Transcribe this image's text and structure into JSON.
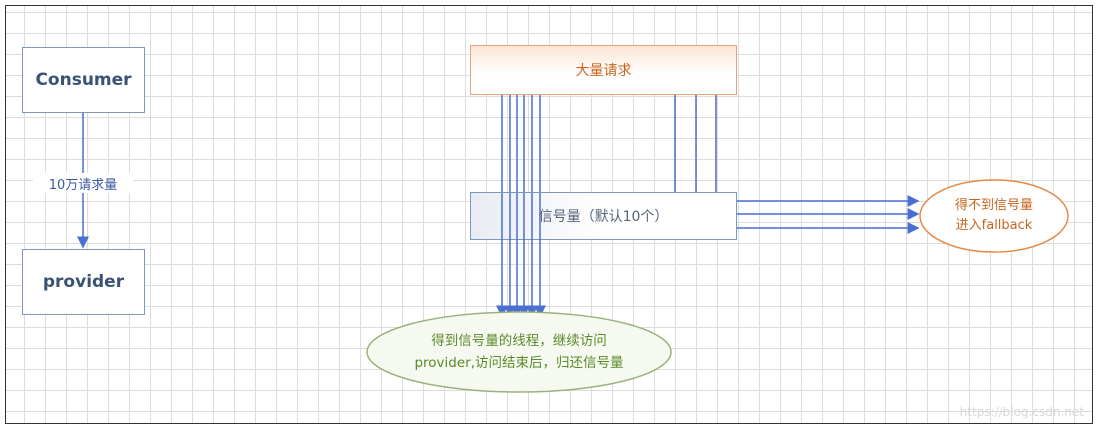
{
  "left": {
    "consumer": "Consumer",
    "provider": "provider",
    "arrow_label": "10万请求量"
  },
  "requests": "大量请求",
  "semaphore": "信号量（默认10个）",
  "fallback": {
    "line1": "得不到信号量",
    "line2": "进入fallback"
  },
  "success": {
    "line1": "得到信号量的线程，继续访问",
    "line2": "provider,访问结束后，归还信号量"
  },
  "watermark": "https://blog.csdn.net",
  "colors": {
    "blue": "#4a6fd0",
    "orange": "#e8894a",
    "green": "#6a9a3a",
    "box_border": "#7f97b8"
  }
}
